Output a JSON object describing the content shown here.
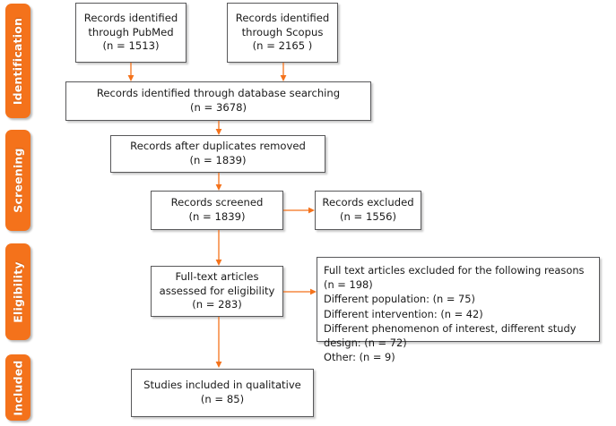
{
  "diagram": {
    "title": "PRISMA flow diagram",
    "accent_color": "#F4721B",
    "box_border_color": "#58585a",
    "text_color": "#1a1a1a"
  },
  "stages": [
    {
      "label": "Identification"
    },
    {
      "label": "Screening"
    },
    {
      "label": "Eligibility"
    },
    {
      "label": "Included"
    }
  ],
  "boxes": {
    "pubmed": "Records identified\nthrough PubMed\n(n = 1513)",
    "scopus": "Records identified\nthrough Scopus\n(n = 2165 )",
    "database_searching": "Records identified through database searching\n(n = 3678)",
    "duplicates_removed": "Records after duplicates removed\n(n = 1839)",
    "records_screened": "Records screened\n(n = 1839)",
    "records_excluded": "Records excluded\n(n = 1556)",
    "fulltext_assessed": "Full-text articles\nassessed for eligibility\n(n = 283)",
    "fulltext_excluded": "Full text articles excluded for the following reasons (n = 198)\n   Different population: (n = 75)\n   Different intervention: (n = 42)\n   Different phenomenon of interest, different study design: (n = 72)\n   Other: (n = 9)",
    "studies_included": "Studies included in qualitative\n(n = 85)"
  }
}
